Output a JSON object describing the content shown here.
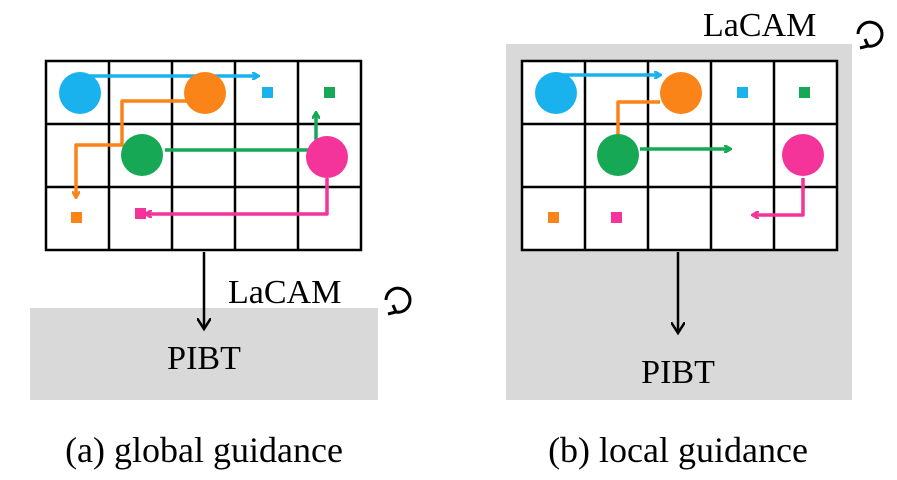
{
  "colors": {
    "blue": "#19b2ee",
    "orange": "#fa8418",
    "green": "#17a855",
    "pink": "#f4349a",
    "box": "#d9d9d9",
    "grid": "#000000"
  },
  "icons": [
    "loop-arrow-icon"
  ],
  "panels": [
    {
      "caption": "(a) global guidance",
      "lacam_label": "LaCAM",
      "pibt_label": "PIBT",
      "agents": [
        {
          "color": "blue",
          "start": [
            0,
            0
          ],
          "goal": [
            0,
            3
          ]
        },
        {
          "color": "orange",
          "start": [
            0,
            2
          ],
          "goal": [
            2,
            0
          ]
        },
        {
          "color": "green",
          "start": [
            1,
            1
          ],
          "goal": [
            0,
            4
          ]
        },
        {
          "color": "pink",
          "start": [
            1,
            4
          ],
          "goal": [
            2,
            1
          ]
        }
      ]
    },
    {
      "caption": "(b) local guidance",
      "lacam_label": "LaCAM",
      "pibt_label": "PIBT",
      "agents": [
        {
          "color": "blue",
          "start": [
            0,
            0
          ],
          "goal": [
            0,
            3
          ]
        },
        {
          "color": "orange",
          "start": [
            0,
            2
          ],
          "goal": [
            2,
            0
          ]
        },
        {
          "color": "green",
          "start": [
            1,
            1
          ],
          "goal": [
            0,
            4
          ]
        },
        {
          "color": "pink",
          "start": [
            1,
            4
          ],
          "goal": [
            2,
            1
          ]
        }
      ]
    }
  ]
}
